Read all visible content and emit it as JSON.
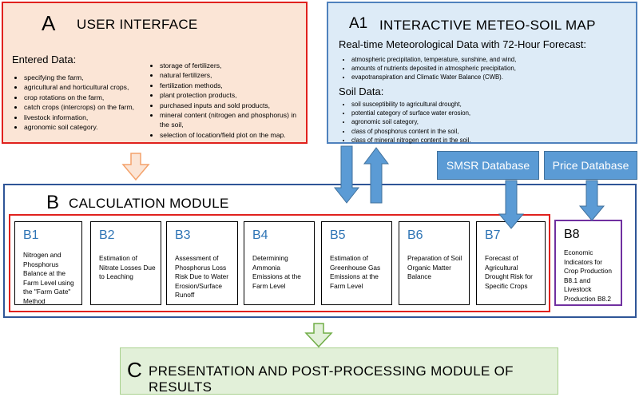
{
  "A": {
    "letter": "A",
    "title": "USER INTERFACE",
    "entered_label": "Entered Data:",
    "left_items": [
      "specifying the farm,",
      "agricultural and horticultural crops,",
      "crop rotations on the farm,",
      "catch crops (intercrops) on the farm,",
      "livestock information,",
      "agronomic soil category."
    ],
    "right_items": [
      "storage of fertilizers,",
      "natural fertilizers,",
      "fertilization methods,",
      "plant protection products,",
      "purchased inputs and sold products,",
      "mineral content (nitrogen and phosphorus) in the soil,",
      "selection of location/field plot on the map."
    ]
  },
  "A1": {
    "letter": "A1",
    "title": "INTERACTIVE METEO-SOIL MAP",
    "meteo_label": "Real-time Meteorological Data with 72-Hour Forecast:",
    "meteo_items": [
      "atmospheric precipitation, temperature, sunshine, and wind,",
      "amounts of nutrients deposited in atmospheric precipitation,",
      "evapotranspiration and Climatic Water Balance (CWB)."
    ],
    "soil_label": "Soil Data:",
    "soil_items": [
      "soil susceptibility to agricultural drought,",
      "potential category of surface water erosion,",
      "agronomic soil category,",
      "class of phosphorus content in the soil,",
      "class of mineral nitrogen content in the soil."
    ]
  },
  "databases": {
    "smsr": "SMSR Database",
    "price": "Price Database"
  },
  "B": {
    "letter": "B",
    "title": "CALCULATION MODULE",
    "modules": [
      {
        "code": "B1",
        "desc": "Nitrogen and Phosphorus Balance at the Farm Level using the \"Farm Gate\" Method"
      },
      {
        "code": "B2",
        "desc": "Estimation of Nitrate Losses Due to Leaching"
      },
      {
        "code": "B3",
        "desc": "Assessment of Phosphorus Loss Risk Due to Water Erosion/Surface Runoff"
      },
      {
        "code": "B4",
        "desc": "Determining Ammonia Emissions at the Farm Level"
      },
      {
        "code": "B5",
        "desc": "Estimation of Greenhouse Gas Emissions at the Farm Level"
      },
      {
        "code": "B6",
        "desc": "Preparation of Soil Organic Matter Balance"
      },
      {
        "code": "B7",
        "desc": "Forecast of Agricultural Drought Risk for Specific Crops"
      },
      {
        "code": "B8",
        "desc": "Economic Indicators for Crop Production B8.1 and Livestock Production B8.2"
      }
    ]
  },
  "C": {
    "letter": "C",
    "title": "PRESENTATION AND POST-PROCESSING MODULE OF RESULTS"
  },
  "colors": {
    "peach": "#fbe5d6",
    "light_blue": "#ddebf7",
    "arrow_blue": "#5b9bd5",
    "red_border": "#e0211d",
    "navy_border": "#2f5597",
    "purple_border": "#7030a0",
    "green_fill": "#e2f0d9",
    "module_code_blue": "#2e74b5"
  }
}
